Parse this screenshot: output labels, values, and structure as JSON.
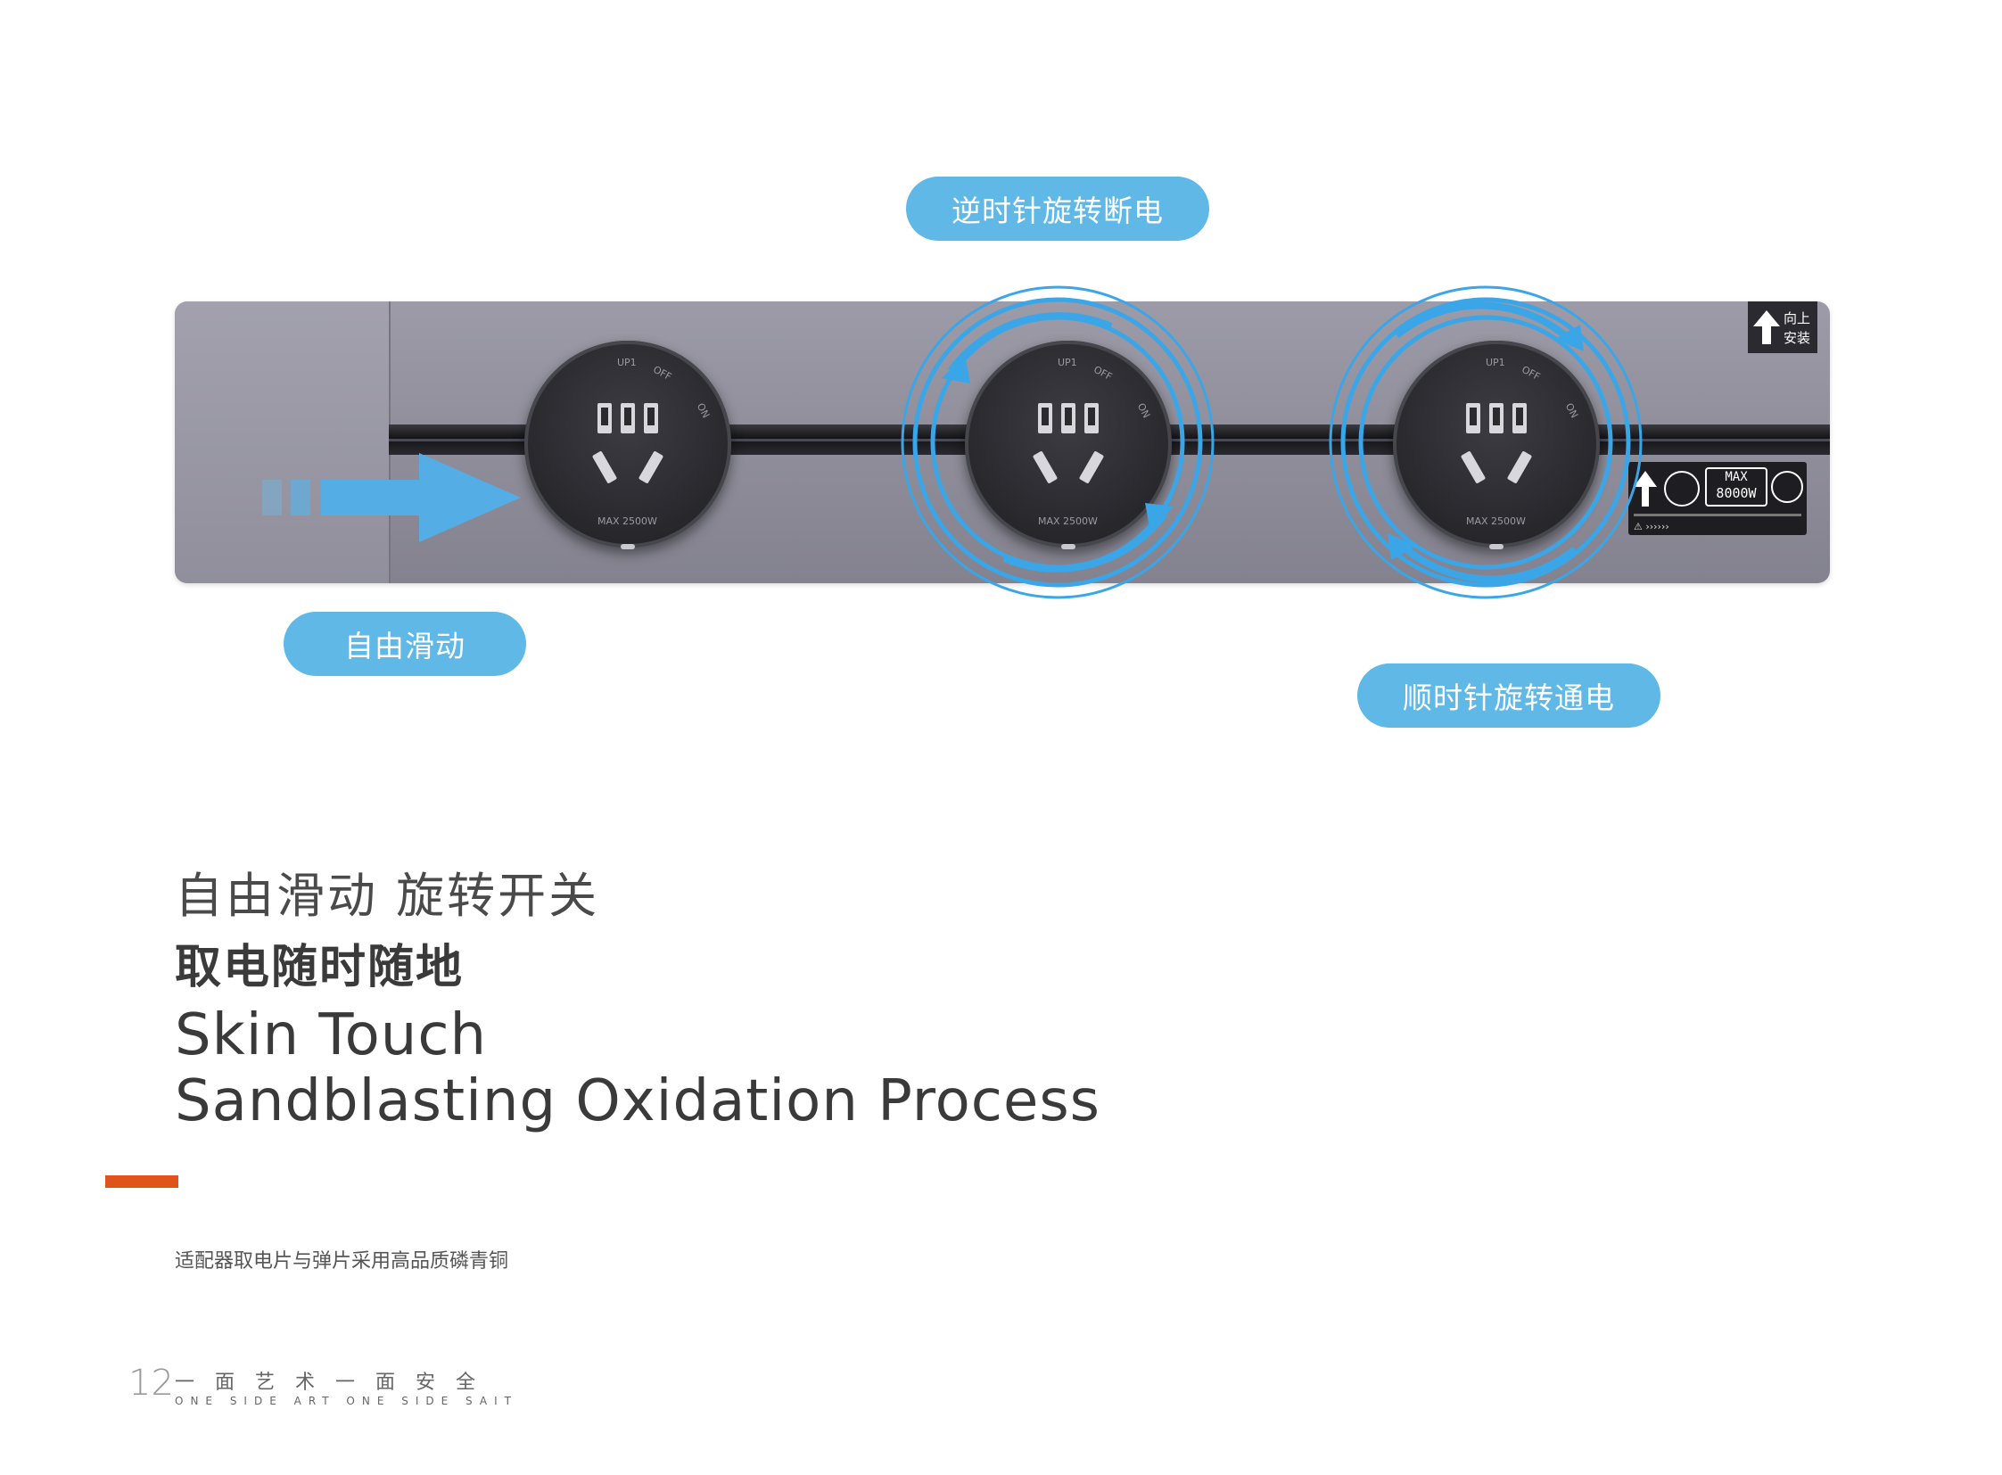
{
  "callouts": {
    "counterclockwise": "逆时针旋转断电",
    "slide": "自由滑动",
    "clockwise": "顺时针旋转通电"
  },
  "product": {
    "socket_labels": {
      "up": "UP1",
      "off": "OFF",
      "on": "ON",
      "max": "MAX 2500W"
    },
    "install_tag": {
      "line1": "向上",
      "line2": "安装"
    },
    "spec_tag": {
      "max": "MAX",
      "power": "8000W"
    }
  },
  "heading": {
    "line1": "自由滑动 旋转开关",
    "line2": "取电随时随地",
    "en_line1": "Skin Touch",
    "en_line2": "Sandblasting Oxidation Process"
  },
  "description": "适配器取电片与弹片采用高品质磷青铜",
  "footer": {
    "page_number": "12",
    "slogan_cn": "一 面 艺 术   一 面 安 全",
    "slogan_en": "ONE SIDE ART ONE SIDE SAIT"
  },
  "colors": {
    "pill_bg": "#5fb8e6",
    "pill_text": "#ffffff",
    "ring_blue": "#3aa6e8",
    "accent_orange": "#e0541c",
    "strip_gray": "#908f9b",
    "text_dark": "#3a3a3a"
  }
}
